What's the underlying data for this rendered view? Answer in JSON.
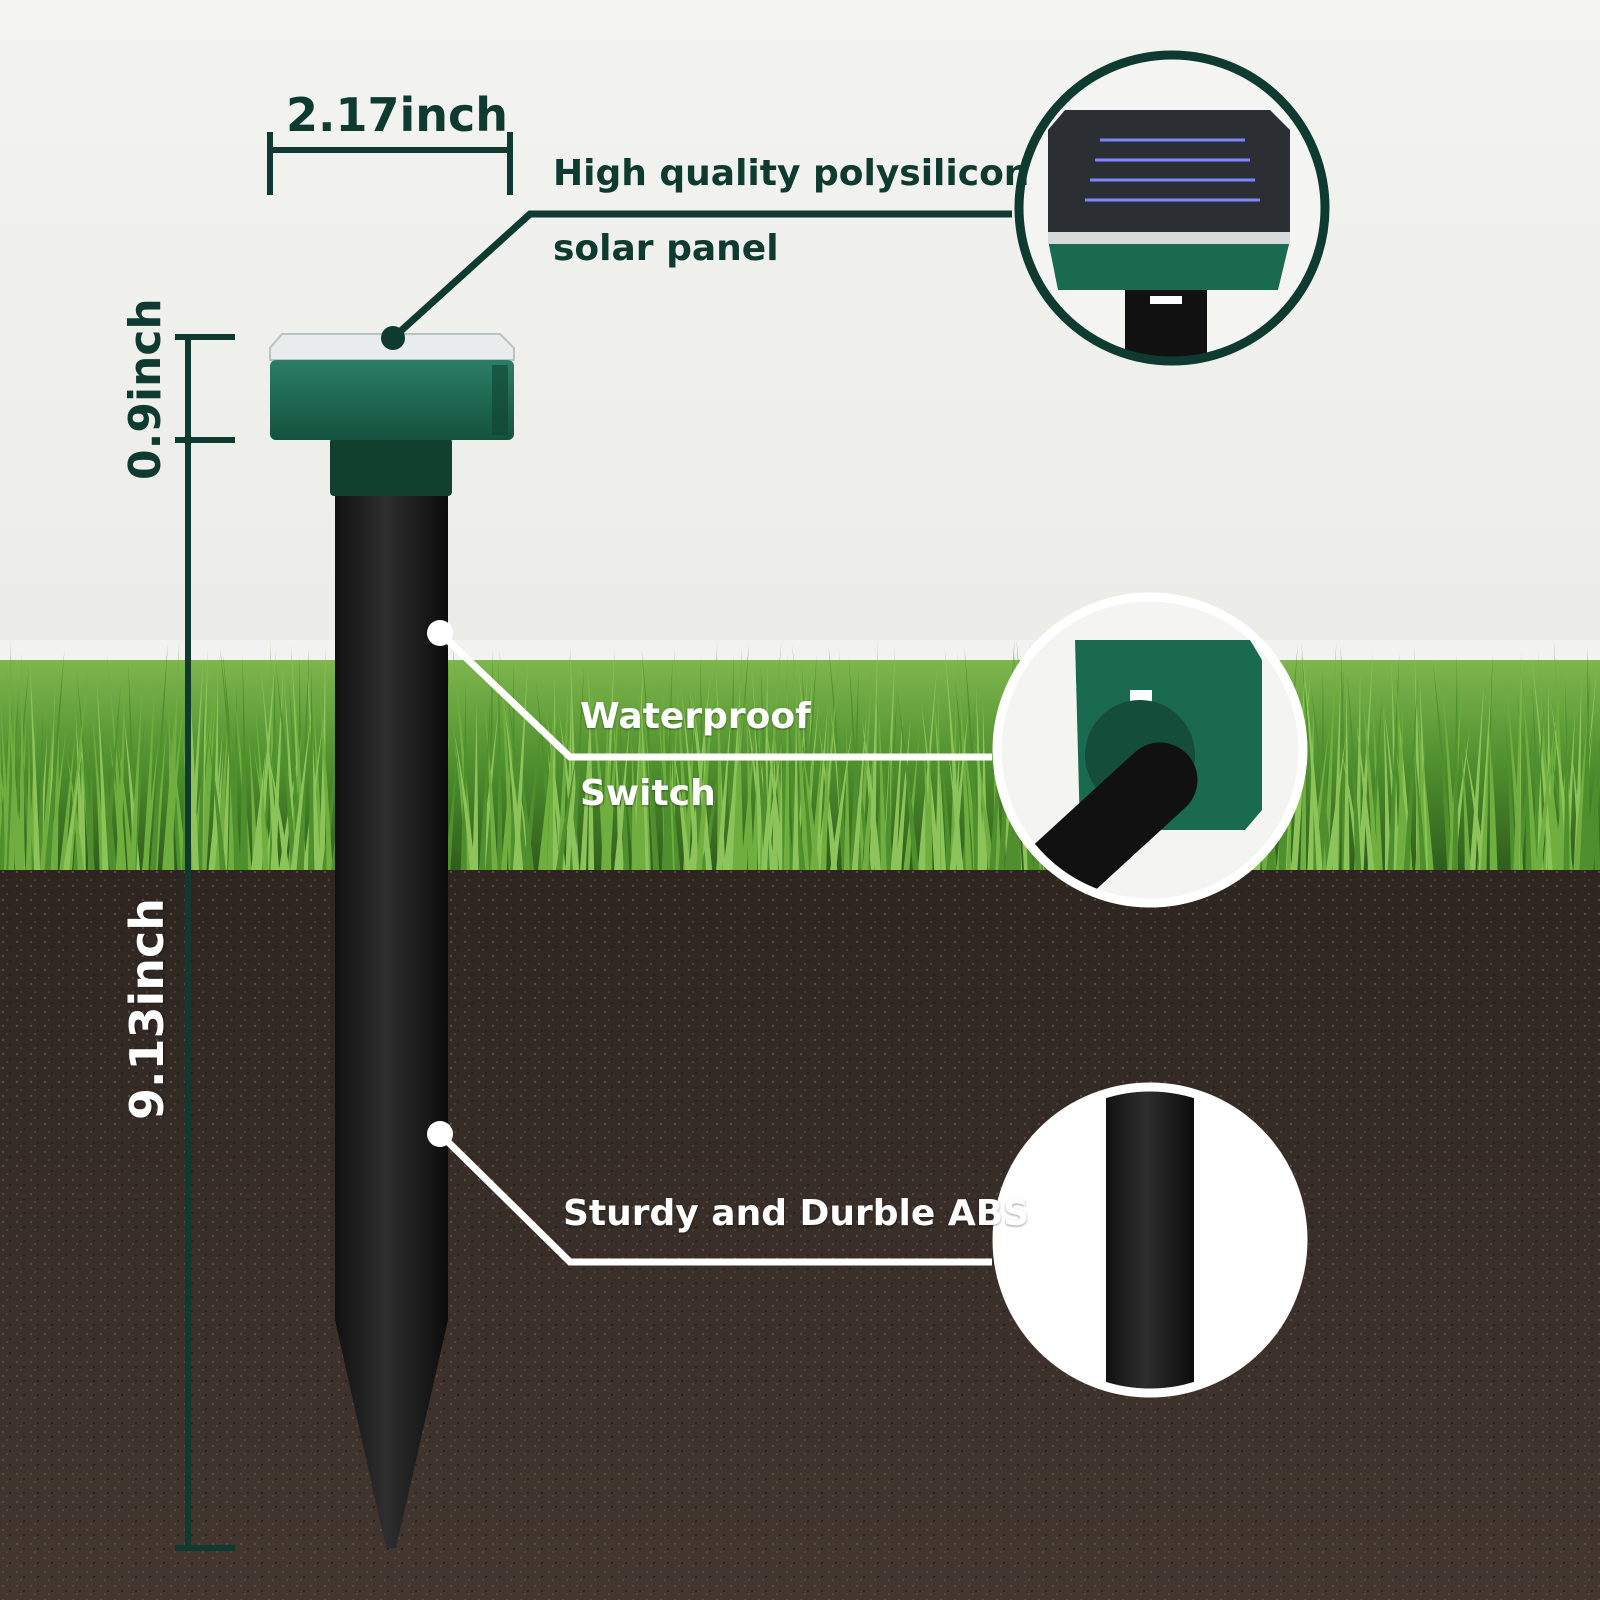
{
  "dimensions": {
    "width_label": "2.17inch",
    "head_height_label": "0.9inch",
    "stake_height_label": "9.13inch"
  },
  "callouts": {
    "solar_panel": {
      "line1": "High quality polysilicon",
      "line2": "solar panel"
    },
    "switch": {
      "line1": "Waterproof",
      "line2": "Switch"
    },
    "material": {
      "line1": "Sturdy and Durble ABS"
    }
  },
  "colors": {
    "accent": "#0e3a2f",
    "device_green": "#1f6b52",
    "stake_black": "#1a1a1a",
    "grass": "#4f8f2e",
    "soil": "#3b302a",
    "sky": "#f2f2f0"
  }
}
